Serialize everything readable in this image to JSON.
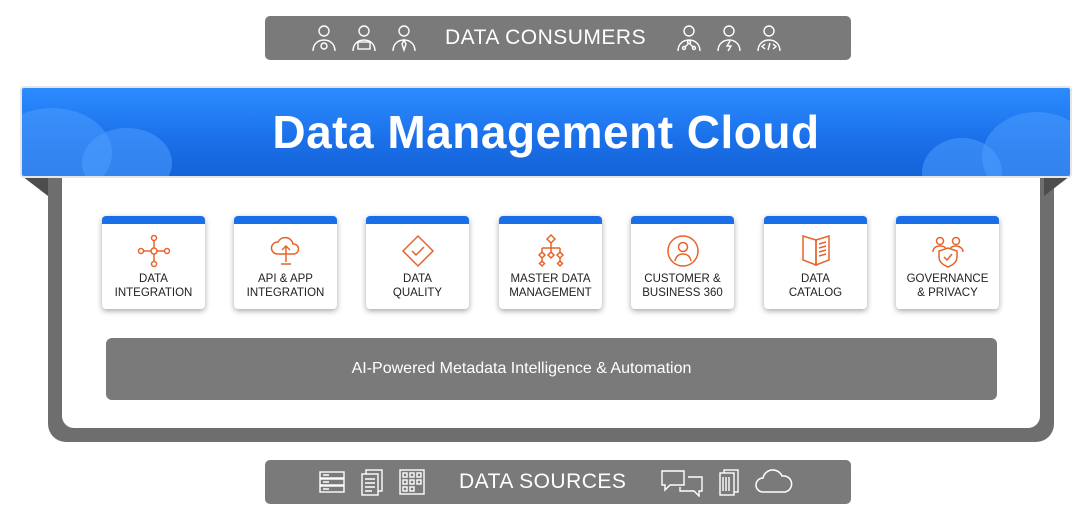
{
  "consumers": {
    "label": "DATA CONSUMERS",
    "icons_left": [
      "user-settings-icon",
      "user-computer-icon",
      "user-business-icon"
    ],
    "icons_right": [
      "user-network-icon",
      "user-power-icon",
      "user-code-icon"
    ]
  },
  "banner": {
    "title": "Data Management Cloud"
  },
  "services": [
    {
      "icon": "data-integration-icon",
      "line1": "DATA",
      "line2": "INTEGRATION"
    },
    {
      "icon": "cloud-upload-icon",
      "line1": "API & APP",
      "line2": "INTEGRATION"
    },
    {
      "icon": "diamond-check-icon",
      "line1": "DATA",
      "line2": "QUALITY"
    },
    {
      "icon": "hierarchy-icon",
      "line1": "MASTER DATA",
      "line2": "MANAGEMENT"
    },
    {
      "icon": "customer-circle-icon",
      "line1": "CUSTOMER &",
      "line2": "BUSINESS 360"
    },
    {
      "icon": "book-catalog-icon",
      "line1": "DATA",
      "line2": "CATALOG"
    },
    {
      "icon": "governance-shield-icon",
      "line1": "GOVERNANCE",
      "line2": "& PRIVACY"
    }
  ],
  "ai_bar": {
    "label": "AI-Powered Metadata Intelligence & Automation"
  },
  "sources": {
    "label": "DATA SOURCES",
    "icons_left": [
      "server-icon",
      "documents-icon",
      "grid-app-icon"
    ],
    "icons_right": [
      "chat-icon",
      "files-icon",
      "cloud-icon"
    ]
  },
  "colors": {
    "accent": "#1a6fe8",
    "icon_orange": "#e8632b",
    "bar_gray": "#7a7a7a"
  }
}
